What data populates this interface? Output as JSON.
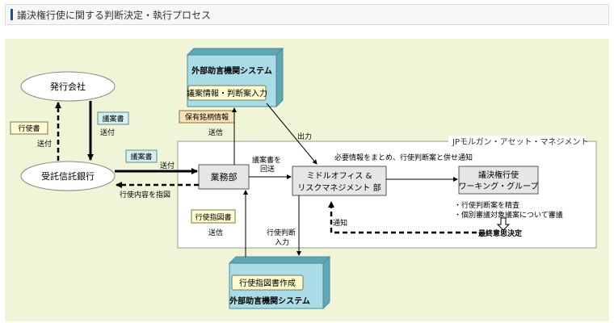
{
  "header": {
    "title": "議決権行使に関する判断決定・執行プロセス"
  },
  "diagram": {
    "company": "発行会社",
    "trust_bank": "受託信託銀行",
    "doc_vote": "行使書",
    "doc_vote_send": "送付",
    "doc_proposal_top": "議案書",
    "doc_proposal_top_send": "送付",
    "doc_proposal_mid": "議案書",
    "doc_proposal_mid_send": "送付",
    "instruct_label": "行使内容を指図",
    "ext_top_title": "外部助言機関システム",
    "ext_top_inner": "議案情報・判断案入力",
    "holdings": "保有銘柄情報",
    "holdings_send": "送信",
    "output": "出力",
    "jpm": "JPモルガン・アセット・マネジメント",
    "biz_dept": "業務部",
    "proposal_return_1": "議案書を",
    "proposal_return_2": "回送",
    "middle_office_1": "ミドルオフィス &",
    "middle_office_2": "リスクマネジメント 部",
    "info_summary": "必要情報をまとめ、行使判断案と併せ通知",
    "wg_1": "議決権行使",
    "wg_2": "ワーキング・グループ",
    "wg_note_1": "・行使判断案を精査",
    "wg_note_2": "・個別審議対象議案について審議",
    "final_decision": "最終意思決定",
    "notify": "通知",
    "instr_doc": "行使指図書",
    "instr_doc_send": "送信",
    "judge_input_1": "行使判断",
    "judge_input_2": "入力",
    "ext_bottom_inner": "行使指図書作成",
    "ext_bottom_title": "外部助言機関システム"
  }
}
